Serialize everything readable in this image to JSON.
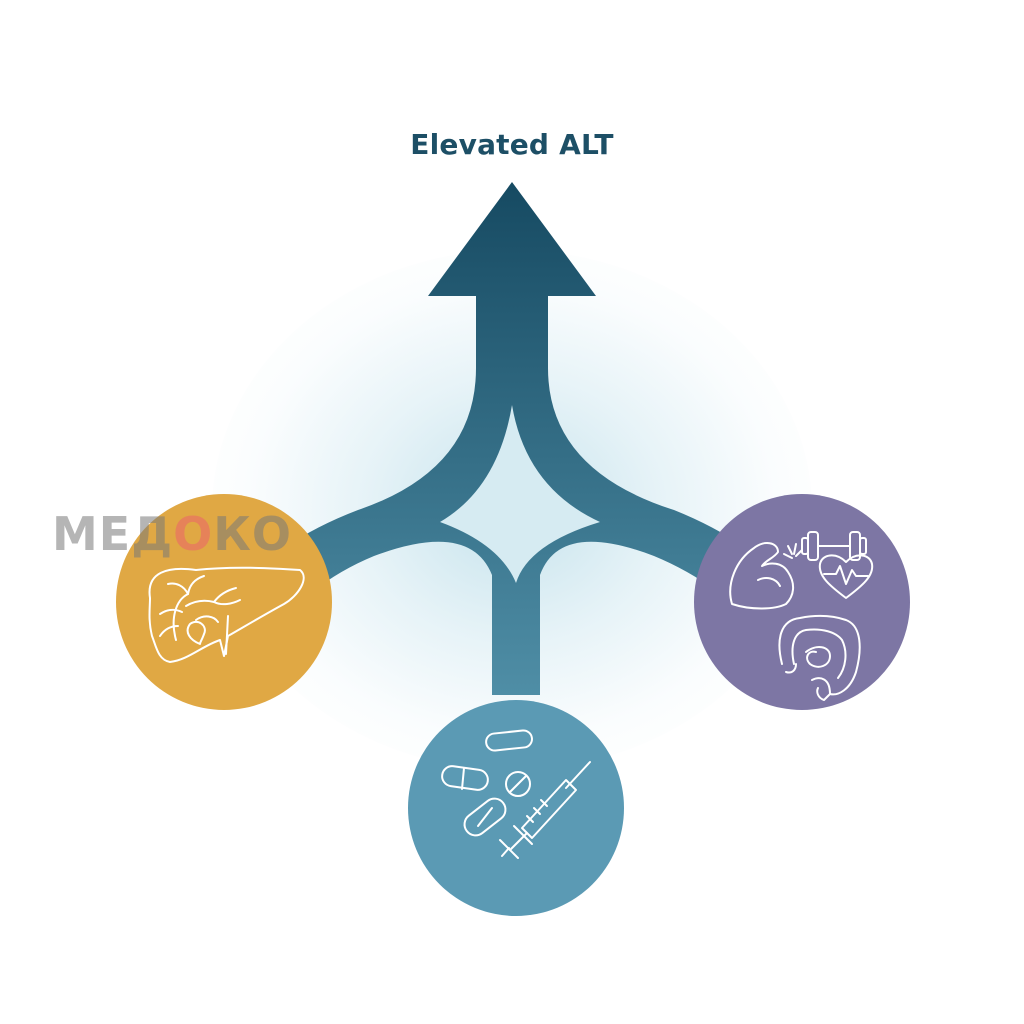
{
  "title": "Elevated ALT",
  "watermark": {
    "part1": "МЕД",
    "accent": "О",
    "part2": "КО"
  },
  "colors": {
    "title": "#1d4f66",
    "arrow_top": "#164a62",
    "arrow_bottom": "#4f8ea6",
    "liver_node": "#e0a844",
    "medication_node": "#5b9ab4",
    "muscle_node": "#7d76a4",
    "icon_stroke": "#ffffff"
  },
  "nodes": [
    {
      "id": "liver",
      "icon": "liver-icon"
    },
    {
      "id": "medications",
      "icon": "pills-syringe-icon"
    },
    {
      "id": "extrahepatic",
      "icon": "muscle-heart-intestine-icon"
    }
  ]
}
